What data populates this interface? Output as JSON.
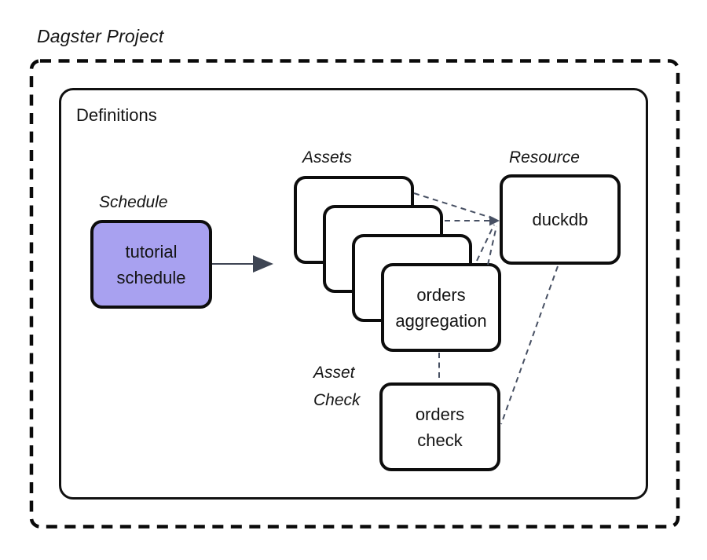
{
  "title": "Dagster Project",
  "definitions": {
    "label": "Definitions"
  },
  "schedule": {
    "label": "Schedule",
    "box_text": "tutorial\nschedule"
  },
  "assets": {
    "label": "Assets",
    "front_box_text": "orders\naggregation",
    "stack_count": 4
  },
  "resource": {
    "label": "Resource",
    "box_text": "duckdb"
  },
  "asset_check": {
    "label": "Asset\nCheck",
    "box_text": "orders\ncheck"
  },
  "colors": {
    "schedule_box_fill": "#a8a1f0",
    "box_border": "#0d0d0d",
    "connector_dashed": "#475063",
    "schedule_arrow": "#3e4553",
    "outer_dashed_border": "#0a0a0a"
  }
}
